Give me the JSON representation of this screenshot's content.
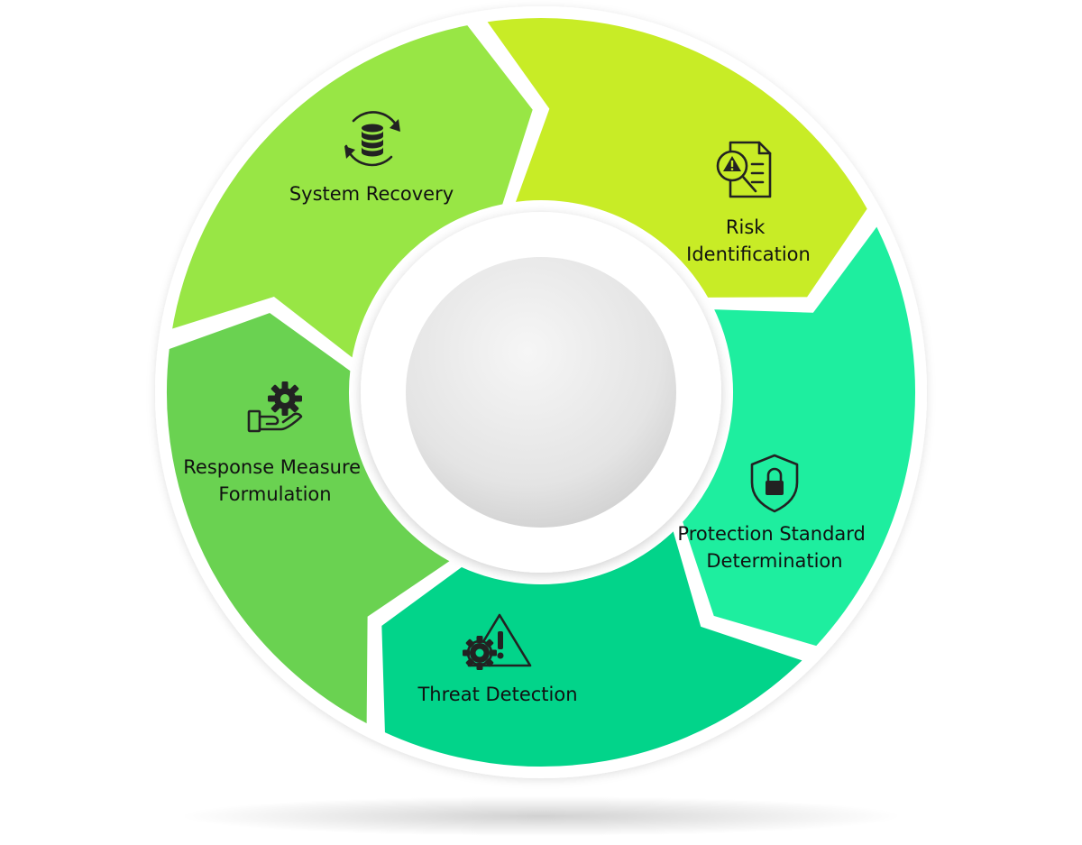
{
  "diagram": {
    "stages": [
      {
        "id": "risk",
        "lines": [
          "Risk",
          "Identification"
        ],
        "color": "#c8ec26",
        "icon": "risk-document-icon"
      },
      {
        "id": "protection",
        "lines": [
          "Protection Standard",
          "Determination"
        ],
        "color": "#1eee9f",
        "icon": "shield-lock-icon"
      },
      {
        "id": "threat",
        "lines": [
          "Threat Detection"
        ],
        "color": "#02d48a",
        "icon": "gear-warning-icon"
      },
      {
        "id": "response",
        "lines": [
          "Response Measure",
          "Formulation"
        ],
        "color": "#6ad251",
        "icon": "hand-gear-icon"
      },
      {
        "id": "recovery",
        "lines": [
          "System Recovery"
        ],
        "color": "#98e645",
        "icon": "database-sync-icon"
      }
    ]
  }
}
